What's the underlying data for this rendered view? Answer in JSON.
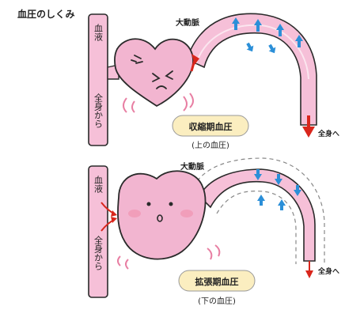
{
  "title": "血圧のしくみ",
  "colors": {
    "title": "#2f6fb0",
    "heart_fill": "#f2b5d0",
    "heart_stroke": "#2a2a2a",
    "vessel_fill": "#f6c0d8",
    "arrow_blue": "#2b8fd8",
    "arrow_red": "#d9261c",
    "badge_fill": "#fbeec0",
    "cheek": "#f08aa8"
  },
  "top": {
    "vessel_label": "血液",
    "return_label": "全身から",
    "aorta_label": "大動脈",
    "badge": "収縮期血圧",
    "sub": "(上の血圧)",
    "out_label": "全身へ"
  },
  "bottom": {
    "vessel_label": "血液",
    "return_label": "全身から",
    "aorta_label": "大動脈",
    "badge": "拡張期血圧",
    "sub": "(下の血圧)",
    "out_label": "全身へ"
  }
}
